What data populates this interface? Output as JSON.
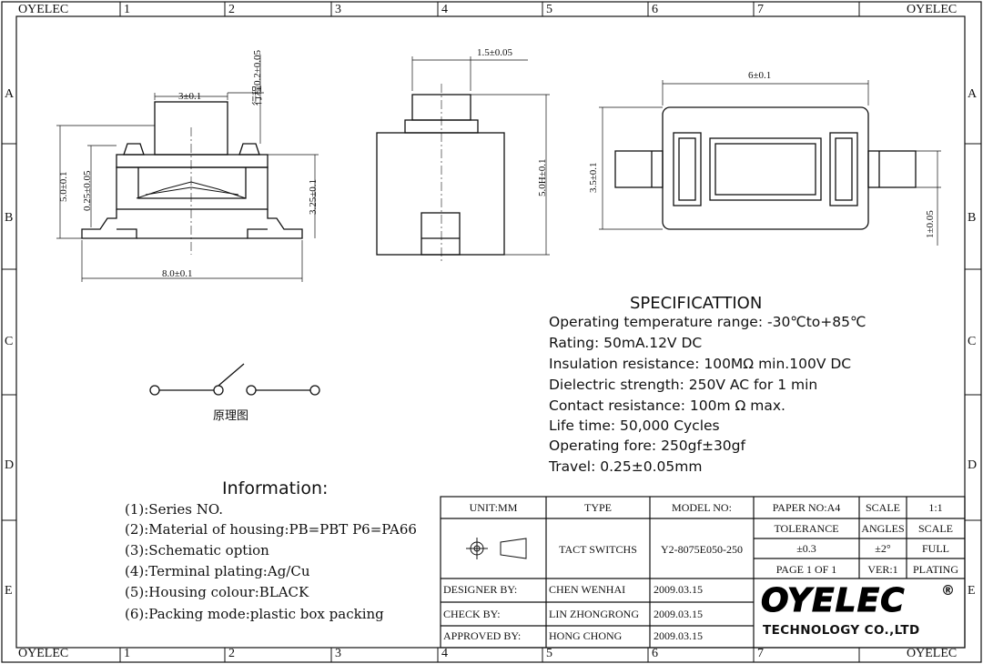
{
  "frame": {
    "company_mark": "OYELEC",
    "columns": [
      "1",
      "2",
      "3",
      "4",
      "5",
      "6",
      "7"
    ],
    "rows": [
      "A",
      "B",
      "C",
      "D",
      "E"
    ]
  },
  "dimensions": {
    "side_body_width": "3±0.1",
    "side_stroke": "行程0.2±0.05",
    "side_height_total": "5.0±0.1",
    "side_terminal": "0.25±0.05",
    "side_body_height": "3.25±0.1",
    "side_length": "8.0±0.1",
    "front_button_width": "1.5±0.05",
    "front_height": "5.0H±0.1",
    "top_width": "6±0.1",
    "top_height": "3.5±0.1",
    "top_terminal": "1±0.05"
  },
  "schematic": {
    "label": "原理图"
  },
  "specification": {
    "title": "SPECIFICATTION",
    "lines": [
      "Operating temperature range: -30℃to+85℃",
      "Rating: 50mA.12V DC",
      "Insulation resistance: 100MΩ min.100V DC",
      "Dielectric strength: 250V AC for 1 min",
      "Contact resistance: 100m Ω max.",
      "Life time: 50,000    Cycles",
      "Operating fore: 250gf±30gf",
      "Travel: 0.25±0.05mm"
    ]
  },
  "information": {
    "title": "Information:",
    "lines": [
      "(1):Series NO.",
      "(2):Material of housing:PB=PBT P6=PA66",
      "(3):Schematic option",
      "(4):Terminal plating:Ag/Cu",
      "(5):Housing colour:BLACK",
      "(6):Packing mode:plastic box packing"
    ]
  },
  "title_block": {
    "unit": "UNIT:MM",
    "type_label": "TYPE",
    "type_value": "TACT SWITCHS",
    "model_label": "MODEL NO:",
    "model_value": "Y2-8075E050-250",
    "paper": "PAPER NO:A4",
    "scale_label": "SCALE",
    "scale_value": "1:1",
    "tolerance_label": "TOLERANCE",
    "angles_label": "ANGLES",
    "scale2_label": "SCALE",
    "tolerance_value": "±0.3",
    "angles_value": "±2°",
    "full": "FULL",
    "page": "PAGE 1 OF 1",
    "ver": "VER:1",
    "plating": "PLATING",
    "designer_label": "DESIGNER BY:",
    "designer_name": "CHEN WENHAI",
    "designer_date": "2009.03.15",
    "check_label": "CHECK BY:",
    "check_name": "LIN ZHONGRONG",
    "check_date": "2009.03.15",
    "approved_label": "APPROVED BY:",
    "approved_name": "HONG CHONG",
    "approved_date": "2009.03.15",
    "logo_text": "OYELEC",
    "logo_reg": "®",
    "logo_subtitle": "TECHNOLOGY CO.,LTD"
  }
}
